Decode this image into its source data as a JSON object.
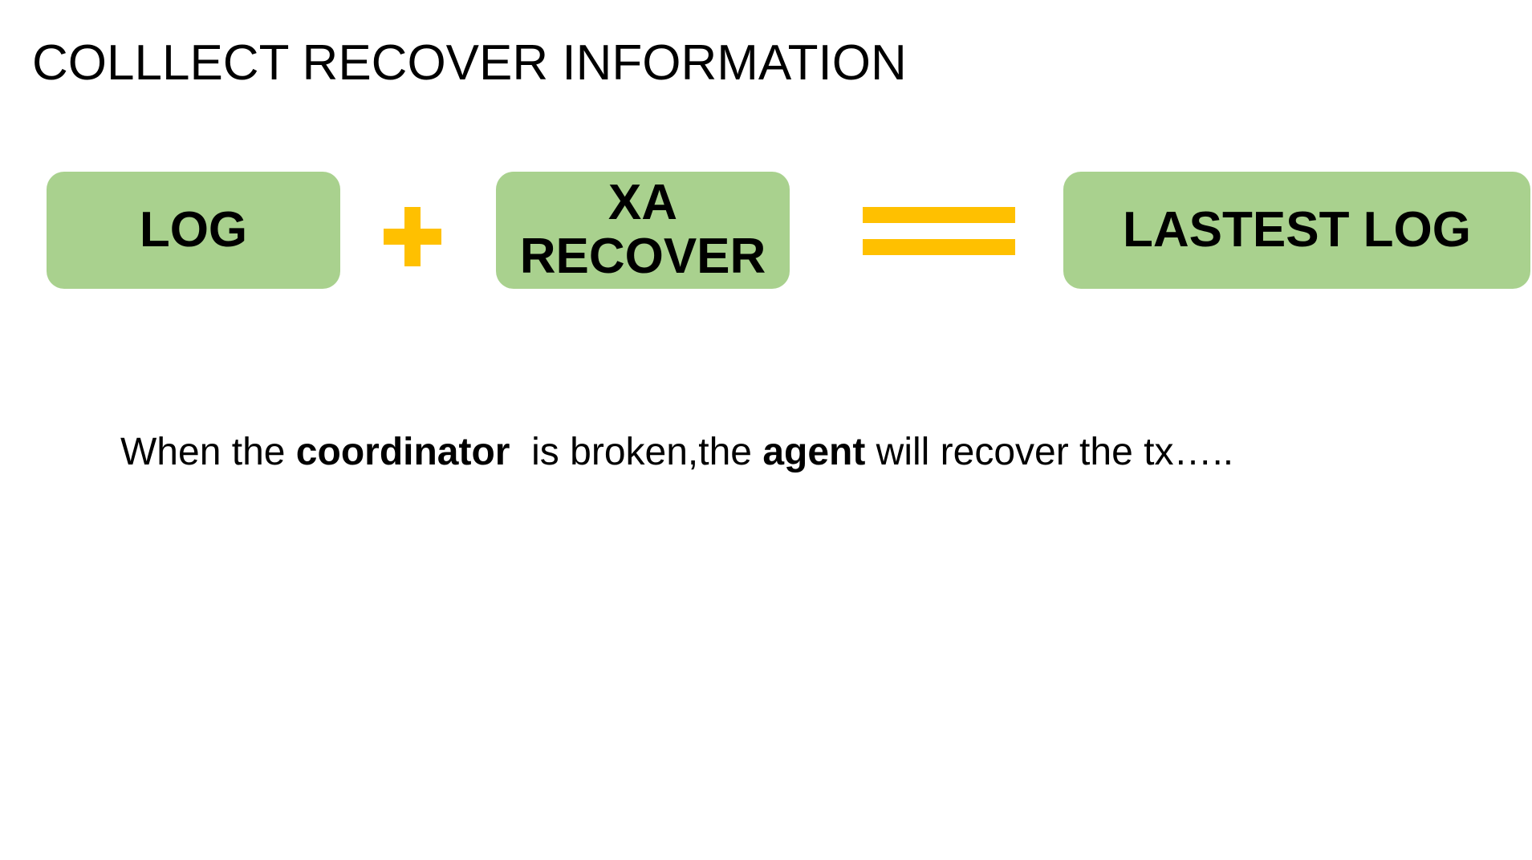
{
  "title": "COLLLECT RECOVER INFORMATION",
  "colors": {
    "box_fill": "#a9d18e",
    "operator": "#ffc000",
    "text": "#000000",
    "background": "#ffffff"
  },
  "equation": {
    "term1": "LOG",
    "operator1_icon": "plus-icon",
    "term2_line1": "XA",
    "term2_line2": "RECOVER",
    "operator2_icon": "equals-icon",
    "result": "LASTEST LOG"
  },
  "caption": {
    "part1": "When the ",
    "bold1": "coordinator",
    "part2": "  is broken,the ",
    "bold2": "agent",
    "part3": " will recover the tx….."
  }
}
